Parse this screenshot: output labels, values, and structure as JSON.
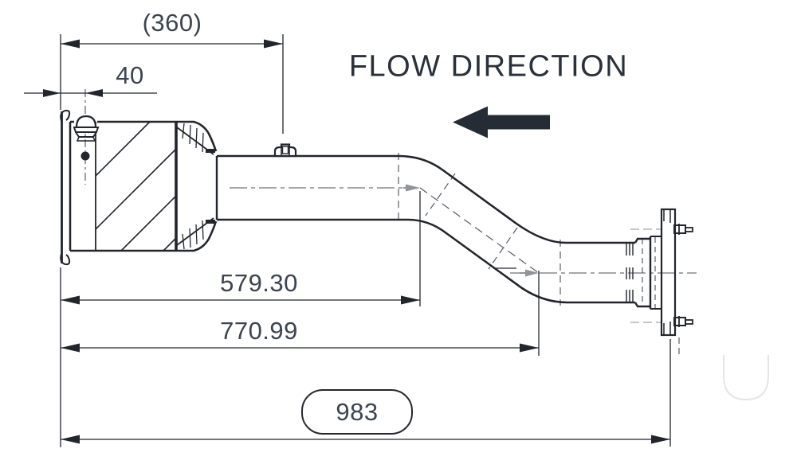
{
  "flow": {
    "label": "FLOW DIRECTION"
  },
  "dims": {
    "ref360": "(360)",
    "offset40": "40",
    "len579": "579.30",
    "len770": "770.99",
    "basic983": "983"
  },
  "colors": {
    "ink": "#22262c",
    "dim_text": "#3c4450",
    "flow_text": "#2a313b",
    "background": "#ffffff"
  }
}
